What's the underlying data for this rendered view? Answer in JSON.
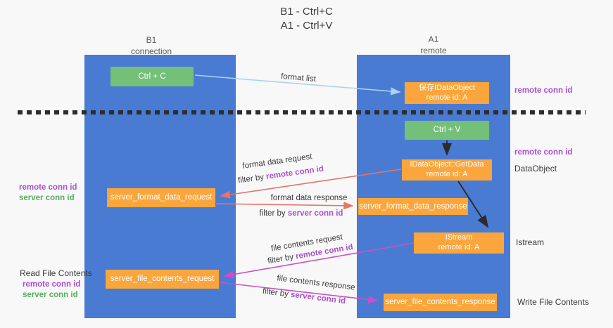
{
  "title": {
    "line1": "B1 - Ctrl+C",
    "line2": "A1 - Ctrl+V"
  },
  "columns": {
    "left": {
      "header_line1": "B1",
      "header_line2": "connection"
    },
    "right": {
      "header_line1": "A1",
      "header_line2": "remote"
    }
  },
  "boxes": {
    "ctrl_c": "Ctrl + C",
    "ctrl_v": "Ctrl + V",
    "save_idataobject_line1": "保存IDataObject",
    "save_idataobject_line2": "remote id: A",
    "getdata_line1": "IDataObject::GetData",
    "getdata_line2": "remote id: A",
    "istream_line1": "IStream",
    "istream_line2": "remote id: A",
    "server_format_data_request": "server_format_data_request",
    "server_format_data_response": "server_format_data_response",
    "server_file_contents_request": "server_file_contents_request",
    "server_file_contents_response": "server_file_contents_response"
  },
  "arrow_labels": {
    "format_list": "format list",
    "format_data_request": "format data request",
    "format_data_response": "format data response",
    "file_contents_request": "file contents request",
    "file_contents_response": "file contents response",
    "filter_by": "filter by",
    "remote_conn_id": "remote conn id",
    "server_conn_id": "server conn id"
  },
  "side_labels": {
    "remote_conn_id_top_right": "remote conn id",
    "remote_conn_id_mid_right": "remote conn id",
    "dataobject": "DataObject",
    "istream": "Istream",
    "write_file_contents": "Write File Contents",
    "read_file_contents": "Read File Contents",
    "remote_conn_id_left_1": "remote conn id",
    "server_conn_id_left_1": "server conn id",
    "remote_conn_id_left_2": "remote conn id",
    "server_conn_id_left_2": "server conn id"
  },
  "colors": {
    "column_blue": "#4a7bd3",
    "box_green": "#75c078",
    "box_orange": "#faa63c",
    "purple_text": "#a94fd0",
    "green_text": "#56ae5c",
    "arrow_light_blue": "#a9d2ef",
    "arrow_salmon": "#e5746b",
    "arrow_magenta": "#cb4fc8",
    "arrow_black": "#2b2b2b",
    "background": "#f8f8f8"
  }
}
